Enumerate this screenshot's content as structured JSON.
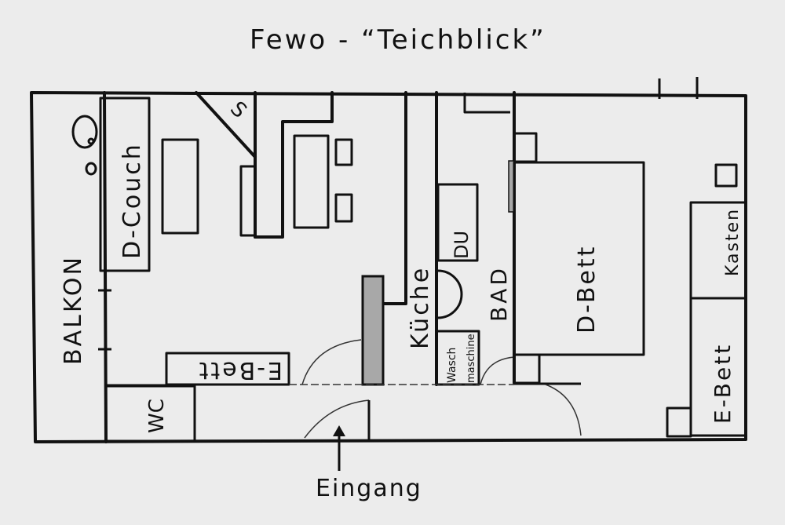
{
  "title": "Fewo - “Teichblick”",
  "rooms": {
    "balcony": "BALKON",
    "sofa_bed": "D-Couch",
    "kitchen": "Küche",
    "shower": "DU",
    "bathroom": "BAD",
    "washing_machine_line1": "Wasch",
    "washing_machine_line2": "maschine",
    "double_bed": "D-Bett",
    "wardrobe": "Kasten",
    "single_bed_right": "E-Bett",
    "single_bed_left": "E-Bett",
    "toilet": "WC",
    "stove_symbol": "S"
  },
  "entrance_label": "Eingang",
  "colors": {
    "ink": "#111111",
    "background": "#ececec",
    "fill_grey": "#a8a8a8"
  }
}
